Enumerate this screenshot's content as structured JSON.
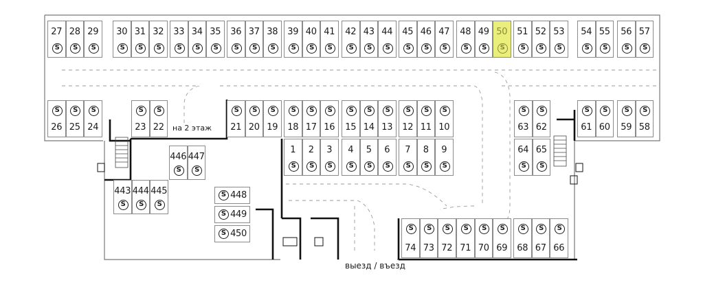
{
  "plan": {
    "floor_link_label": "на 2 этаж",
    "exit_label": "выезд / въезд",
    "highlight_color": "#e9ef7a",
    "space_icon_symbol": "S",
    "space_icon_name": "parking-space-s-icon"
  },
  "highlighted_space": "50",
  "rows": {
    "top": [
      "27",
      "28",
      "29",
      "30",
      "31",
      "32",
      "33",
      "34",
      "35",
      "36",
      "37",
      "38",
      "39",
      "40",
      "41",
      "42",
      "43",
      "44",
      "45",
      "46",
      "47",
      "48",
      "49",
      "50",
      "51",
      "52",
      "53",
      "54",
      "55",
      "56",
      "57"
    ],
    "second_left": [
      "26",
      "25",
      "24",
      "23",
      "22"
    ],
    "second_center": [
      "21",
      "20",
      "19",
      "18",
      "17",
      "16",
      "15",
      "14",
      "13",
      "12",
      "11",
      "10"
    ],
    "second_right": [
      "63",
      "62",
      "61",
      "60",
      "59",
      "58"
    ],
    "third_center": [
      "1",
      "2",
      "3",
      "4",
      "5",
      "6",
      "7",
      "8",
      "9"
    ],
    "third_right": [
      "64",
      "65"
    ],
    "inner_top": [
      "446",
      "447"
    ],
    "inner_left": [
      "443",
      "444",
      "445"
    ],
    "inner_column": [
      "448",
      "449",
      "450"
    ],
    "bottom": [
      "74",
      "73",
      "72",
      "71",
      "70",
      "69",
      "68",
      "67",
      "66"
    ]
  }
}
